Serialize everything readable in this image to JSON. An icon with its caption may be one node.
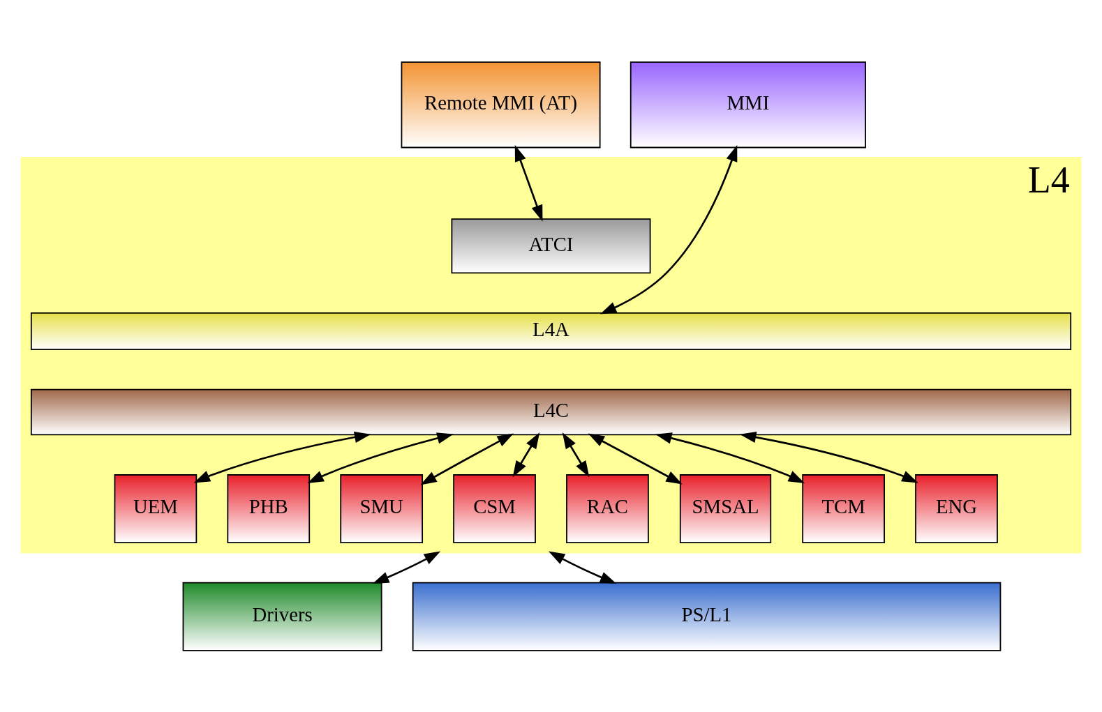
{
  "diagram": {
    "nodes": [
      {
        "text": [
          "Remote MMI (AT)"
        ]
      },
      {
        "text": [
          "MMI"
        ]
      },
      {
        "text": [
          "L4"
        ]
      },
      {
        "text": [
          "ATCI"
        ],
        "in": 2
      },
      {
        "text": [
          "L4A"
        ],
        "in": 2
      },
      {
        "text": [
          "L4C"
        ],
        "in": 2
      },
      {
        "text": [
          "UEM"
        ],
        "in": 2
      },
      {
        "text": [
          "PHB"
        ],
        "in": 2
      },
      {
        "text": [
          "SMU"
        ],
        "in": 2
      },
      {
        "text": [
          "CSM"
        ],
        "in": 2
      },
      {
        "text": [
          "RAC"
        ],
        "in": 2
      },
      {
        "text": [
          "SMSAL"
        ],
        "in": 2
      },
      {
        "text": [
          "TCM"
        ],
        "in": 2
      },
      {
        "text": [
          "ENG"
        ],
        "in": 2
      },
      {
        "text": [
          "Drivers"
        ]
      },
      {
        "text": [
          "PS/L1"
        ]
      }
    ],
    "edges": [
      {
        "from": 0,
        "to": 3,
        "arrow": "both"
      },
      {
        "from": 1,
        "to": 4,
        "arrow": "both"
      },
      {
        "from": 5,
        "to": 6,
        "arrow": "both"
      },
      {
        "from": 5,
        "to": 7,
        "arrow": "both"
      },
      {
        "from": 5,
        "to": 8,
        "arrow": "both"
      },
      {
        "from": 5,
        "to": 9,
        "arrow": "both"
      },
      {
        "from": 5,
        "to": 10,
        "arrow": "both"
      },
      {
        "from": 5,
        "to": 11,
        "arrow": "both"
      },
      {
        "from": 5,
        "to": 12,
        "arrow": "both"
      },
      {
        "from": 5,
        "to": 13,
        "arrow": "both"
      },
      {
        "from": 2,
        "to": 14,
        "arrow": "both"
      },
      {
        "from": 2,
        "to": 15,
        "arrow": "both"
      }
    ]
  }
}
